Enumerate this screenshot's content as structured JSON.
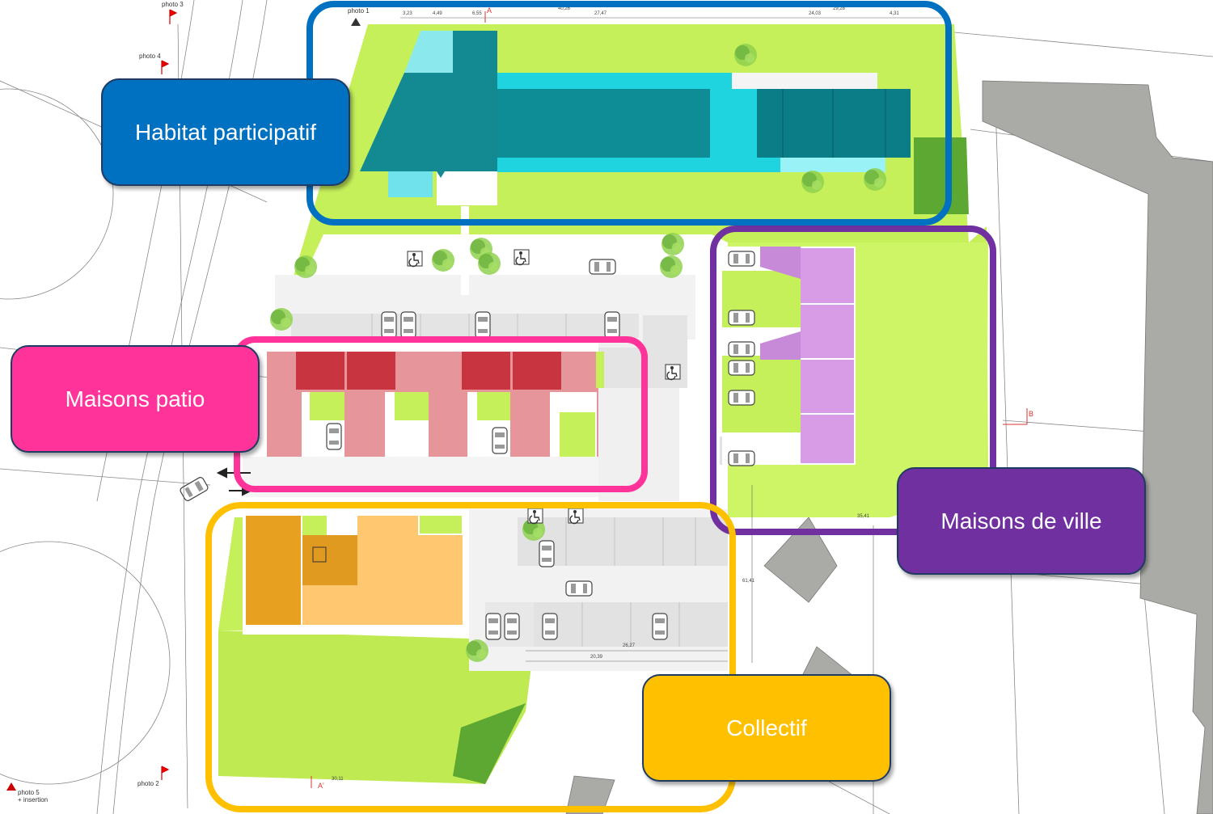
{
  "zones": [
    {
      "id": "habitat",
      "label": "Habitat participatif",
      "color": "#0070c0"
    },
    {
      "id": "patio",
      "label": "Maisons patio",
      "color": "#ff3399"
    },
    {
      "id": "ville",
      "label": "Maisons de ville",
      "color": "#7030a0"
    },
    {
      "id": "collectif",
      "label": "Collectif",
      "color": "#ffc000"
    }
  ],
  "photo_markers": {
    "photo1": "photo 1",
    "photo2": "photo 2",
    "photo3": "photo 3",
    "photo4": "photo 4",
    "photo5": "photo 5",
    "photo5_sub": "+ insertion"
  },
  "section_markers": {
    "a_top": "A",
    "a_bottom": "A'",
    "b_right": "B"
  },
  "dimensions": {
    "top": [
      "3,23",
      "4,49",
      "6,55",
      "40,26",
      "27,47",
      "24,03",
      "29,28",
      "4,31"
    ],
    "bottom": [
      "26,27",
      "20,39",
      "30,11"
    ],
    "right_collectif": "61,41",
    "ville_bottom": "35,41"
  },
  "icons": {
    "accessible_parking": "wheelchair-icon",
    "car": "car-icon",
    "tree": "tree-icon"
  }
}
